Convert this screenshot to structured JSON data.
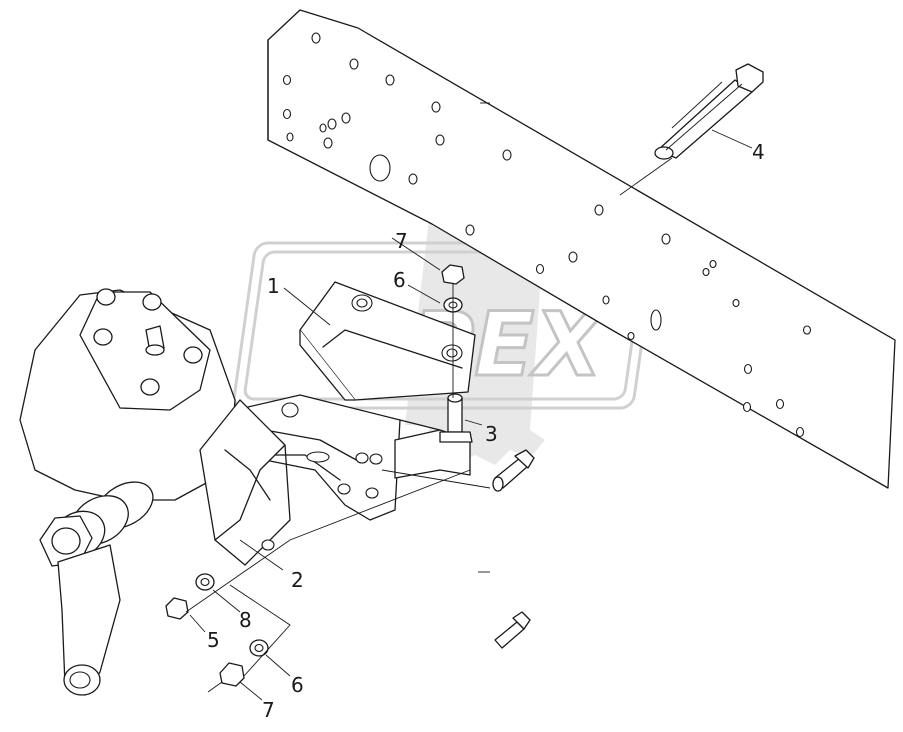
{
  "watermark": {
    "text": "OPEX"
  },
  "callouts": {
    "c1": "1",
    "c2": "2",
    "c3": "3",
    "c4": "4",
    "c5": "5",
    "c6_top": "6",
    "c6_bottom": "6",
    "c7_top": "7",
    "c7_bottom": "7",
    "c8": "8"
  }
}
